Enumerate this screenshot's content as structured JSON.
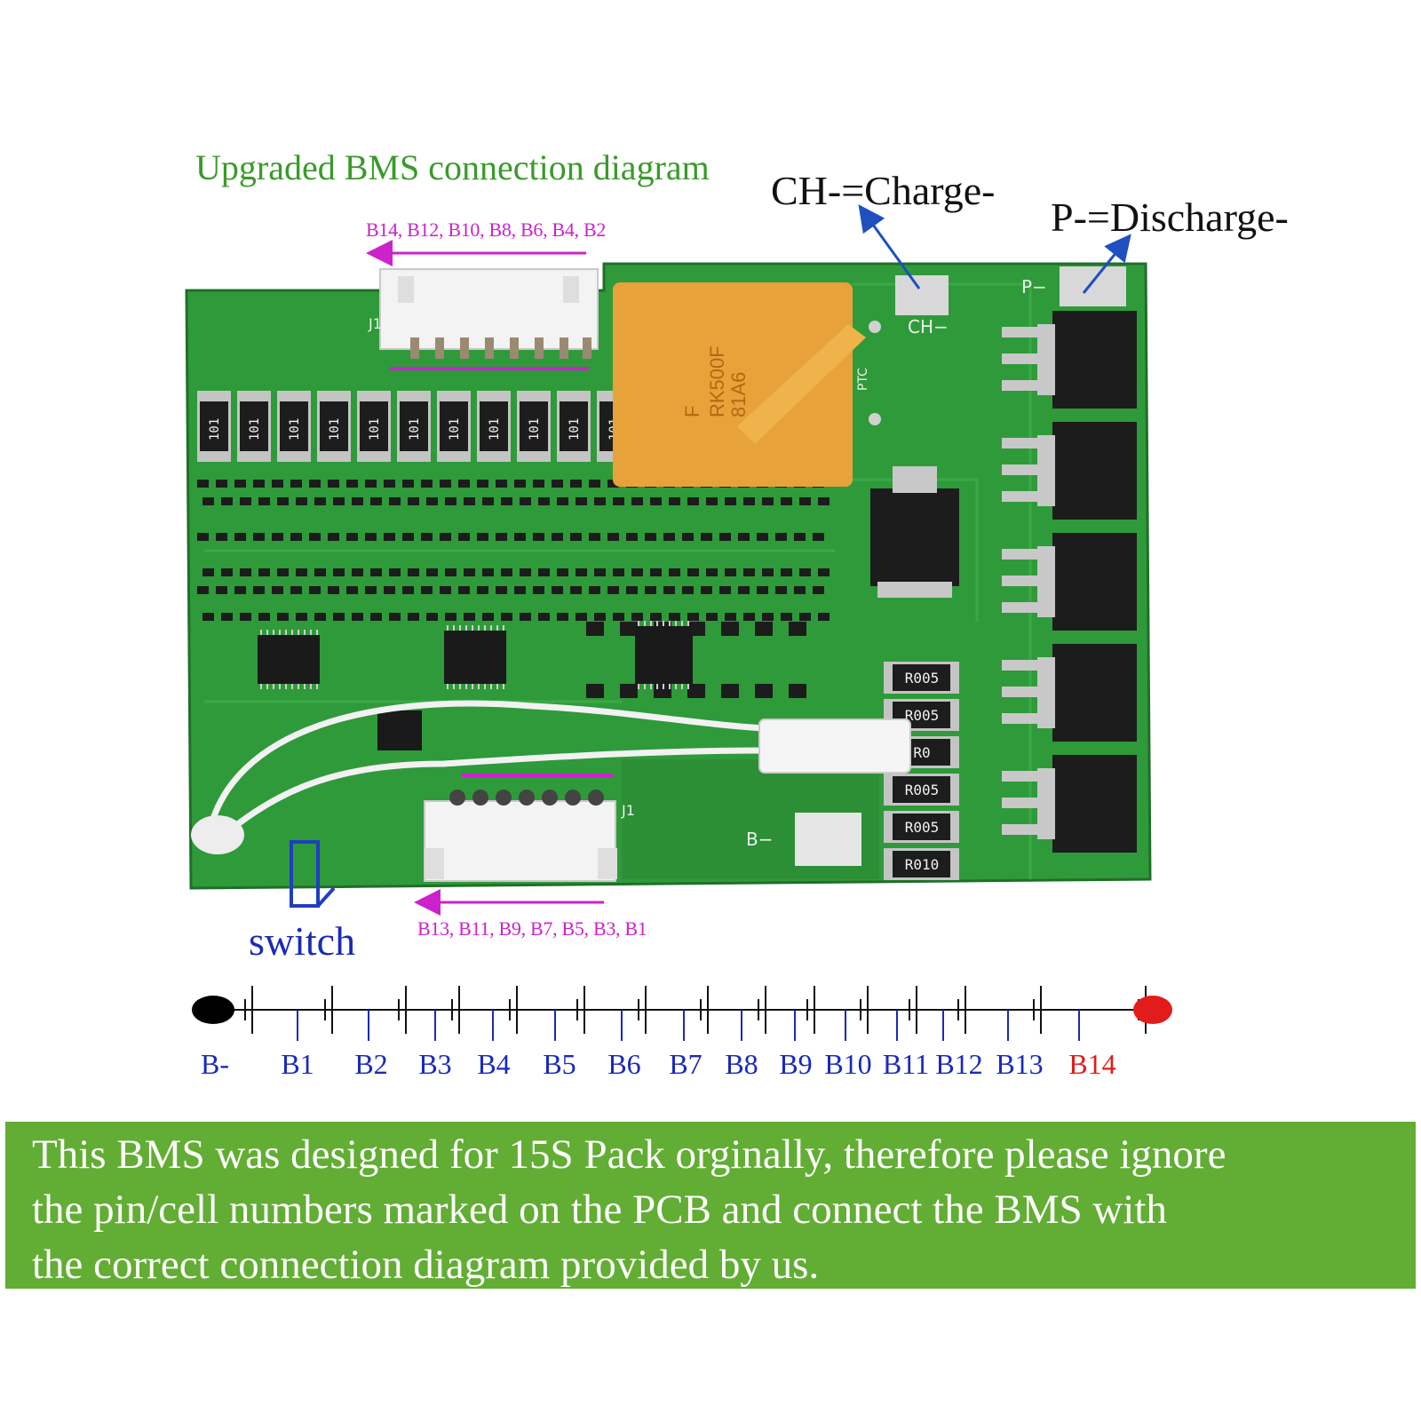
{
  "title": "Upgraded BMS connection diagram",
  "charge_label": "CH-=Charge-",
  "discharge_label": "P-=Discharge-",
  "top_connector_pins": "B14, B12, B10, B8, B6, B4, B2",
  "bottom_connector_pins": "B13, B11, B9, B7, B5, B3, B1",
  "switch_label": "switch",
  "pcb": {
    "ch_pad": "CH−",
    "p_pad": "P−",
    "b_pad": "B−",
    "ptc_text": "PTC",
    "ptc_marking": [
      "F",
      "RK500F",
      "81A6"
    ],
    "connector_j1_top": "J1",
    "connector_j1_bottom": "J1",
    "resistor_code": "101",
    "shunt_codes": [
      "R005",
      "R005",
      "R0",
      "R005",
      "R005",
      "R010"
    ]
  },
  "wiring": {
    "labels": [
      "B-",
      "B1",
      "B2",
      "B3",
      "B4",
      "B5",
      "B6",
      "B7",
      "B8",
      "B9",
      "B10",
      "B11",
      "B12",
      "B13",
      "B14"
    ]
  },
  "note": {
    "lines": [
      "This BMS was designed for 15S Pack orginally, therefore please ignore",
      "the pin/cell numbers marked on the PCB and connect the BMS with",
      "the correct connection diagram provided by us."
    ]
  },
  "colors": {
    "title": "#3a9a2a",
    "connector_labels": "#cc22cc",
    "arrow_blue": "#1f4fc0",
    "wire_labels": "#1a2ab8",
    "positive_label": "#e21b1b",
    "negative_terminal": "#000000",
    "positive_terminal": "#e21b1b",
    "note_background": "#62ad33",
    "pcb_green": "#2f9a3a",
    "ptc_orange": "#e8a23a"
  }
}
